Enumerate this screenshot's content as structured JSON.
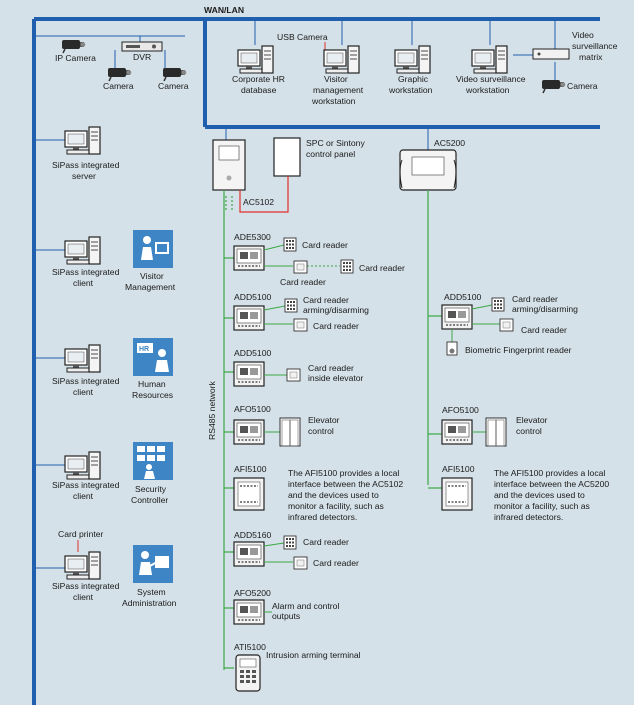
{
  "network": {
    "wan_label": "WAN/LAN",
    "rs485_label": "RS485 network",
    "colors": {
      "backbone": "#1f5fae",
      "rs485": "#3aa845",
      "spc": "#e0302a"
    }
  },
  "cameras": {
    "ip_camera": "IP Camera",
    "dvr": "DVR",
    "camera_1": "Camera",
    "camera_2": "Camera"
  },
  "top_row": {
    "usb_camera": "USB Camera",
    "corporate_hr": [
      "Corporate HR",
      "database"
    ],
    "visitor_ws": [
      "Visitor",
      "management",
      "workstation"
    ],
    "graphic_ws": [
      "Graphic",
      "workstation"
    ],
    "video_ws": [
      "Video surveillance",
      "workstation"
    ],
    "matrix": [
      "Video",
      "surveillance",
      "matrix"
    ],
    "camera": "Camera"
  },
  "left_column": {
    "server": [
      "SiPass integrated",
      "server"
    ],
    "client_visitor": [
      "SiPass integrated",
      "client"
    ],
    "visitor_mgmt": [
      "Visitor",
      "Management"
    ],
    "client_hr": [
      "SiPass integrated",
      "client"
    ],
    "hr_badge": "HR",
    "human_resources": [
      "Human",
      "Resources"
    ],
    "client_security": [
      "SiPass integrated",
      "client"
    ],
    "security_controller": [
      "Security",
      "Controller"
    ],
    "card_printer": "Card printer",
    "client_admin": [
      "SiPass integrated",
      "client"
    ],
    "system_admin": [
      "System",
      "Administration"
    ]
  },
  "controllers": {
    "ac5102": "AC5102",
    "spc_panel": [
      "SPC or Sintony",
      "control panel"
    ],
    "ac5200": "AC5200"
  },
  "ac5102_modules": {
    "ade5300": {
      "name": "ADE5300",
      "reader_1": "Card reader",
      "reader_2": "Card reader",
      "reader_3": "Card reader"
    },
    "add5100_a": {
      "name": "ADD5100",
      "reader_1": [
        "Card reader",
        "arming/disarming"
      ],
      "reader_2": "Card reader"
    },
    "add5100_b": {
      "name": "ADD5100",
      "reader": [
        "Card reader",
        "inside elevator"
      ]
    },
    "afo5100": {
      "name": "AFO5100",
      "elevator": [
        "Elevator",
        "control"
      ]
    },
    "afi5100": {
      "name": "AFI5100",
      "desc": [
        "The AFI5100 provides a local",
        "interface between the AC5102",
        "and the devices used to",
        "monitor a facility, such as",
        "infrared detectors."
      ]
    },
    "add5160": {
      "name": "ADD5160",
      "reader_1": "Card reader",
      "reader_2": "Card reader"
    },
    "afo5200": {
      "name": "AFO5200",
      "outputs": [
        "Alarm and control",
        "outputs"
      ]
    },
    "ati5100": {
      "name": "ATI5100",
      "terminal": "Intrusion arming terminal"
    }
  },
  "ac5200_modules": {
    "add5100": {
      "name": "ADD5100",
      "reader_1": [
        "Card reader",
        "arming/disarming"
      ],
      "reader_2": "Card reader",
      "biometric": "Biometric Fingerprint reader"
    },
    "afo5100": {
      "name": "AFO5100",
      "elevator": [
        "Elevator",
        "control"
      ]
    },
    "afi5100": {
      "name": "AFI5100",
      "desc": [
        "The AFI5100 provides a local",
        "interface between the AC5200",
        "and the devices used to",
        "monitor a facility, such as",
        "infrared detectors."
      ]
    }
  }
}
